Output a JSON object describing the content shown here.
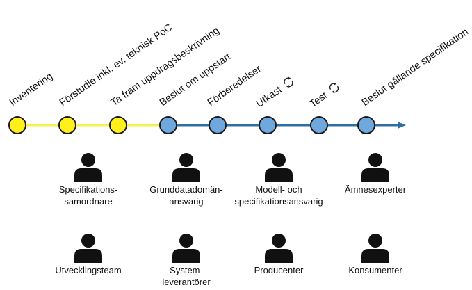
{
  "colors": {
    "yellow_node": "#ffef1a",
    "yellow_line": "#f5f04a",
    "blue_node": "#6fa8dc",
    "blue_line": "#2e6fa3",
    "node_stroke": "#1a1a1a",
    "person": "#111111"
  },
  "stages": [
    {
      "label": "Inventering",
      "phase": "yellow",
      "icon": ""
    },
    {
      "label": "Förstudie inkl. ev. teknisk PoC",
      "phase": "yellow",
      "icon": ""
    },
    {
      "label": "Ta fram uppdragsbeskrivning",
      "phase": "yellow",
      "icon": ""
    },
    {
      "label": "Beslut om uppstart",
      "phase": "blue",
      "icon": ""
    },
    {
      "label": "Förberedelser",
      "phase": "blue",
      "icon": ""
    },
    {
      "label": "Utkast",
      "phase": "blue",
      "icon": "refresh-cycle-icon"
    },
    {
      "label": "Test",
      "phase": "blue",
      "icon": "refresh-cycle-icon"
    },
    {
      "label": "Beslut gällande specifikation",
      "phase": "blue",
      "icon": ""
    }
  ],
  "roles": {
    "row1": [
      {
        "line1": "Specifikations-",
        "line2": "samordnare"
      },
      {
        "line1": "Grunddatadomän-",
        "line2": "ansvarig"
      },
      {
        "line1": "Modell- och",
        "line2": "specifikationsansvarig"
      },
      {
        "line1": "Ämnesexperter",
        "line2": ""
      }
    ],
    "row2": [
      {
        "line1": "Utvecklingsteam",
        "line2": ""
      },
      {
        "line1": "System-",
        "line2": "leverantörer"
      },
      {
        "line1": "Producenter",
        "line2": ""
      },
      {
        "line1": "Konsumenter",
        "line2": ""
      }
    ]
  }
}
